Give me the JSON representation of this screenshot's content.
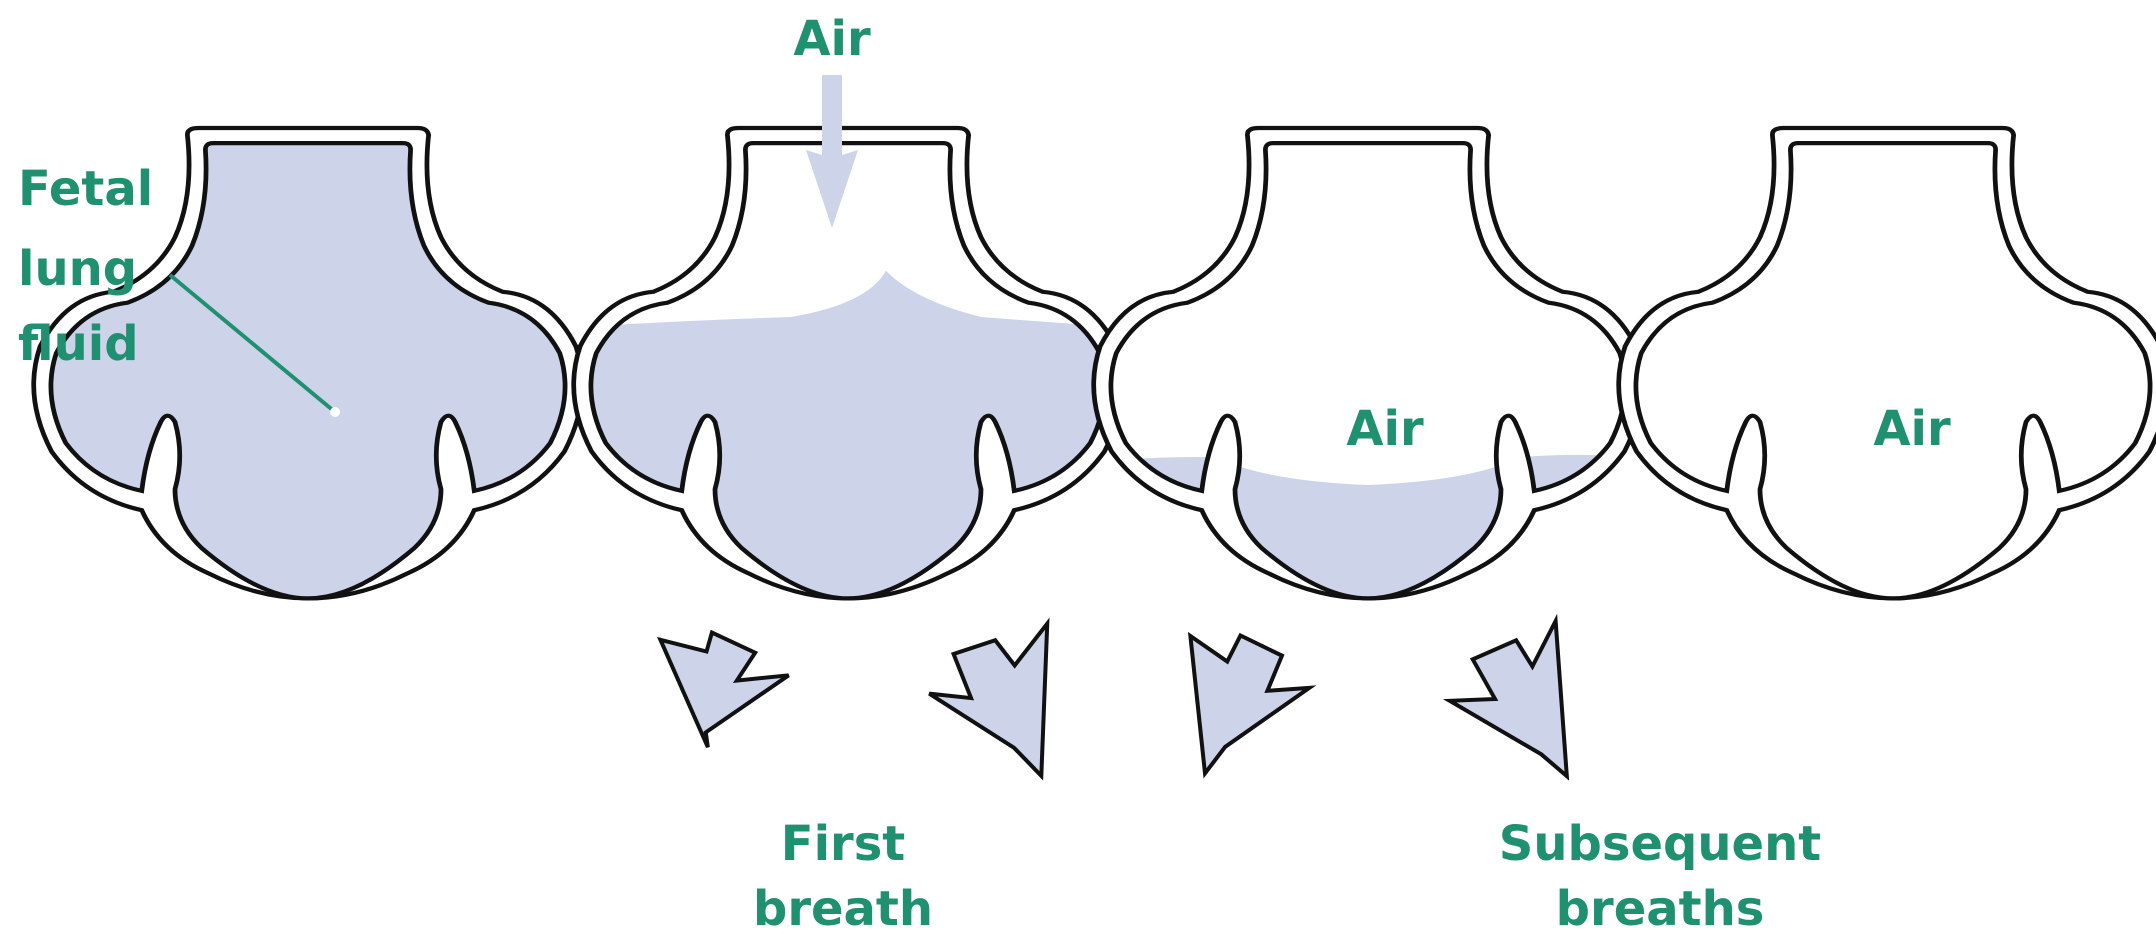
{
  "labels": {
    "fetal_lung_fluid_line1": "Fetal",
    "fetal_lung_fluid_line2": "lung",
    "fetal_lung_fluid_line3": "fluid",
    "air_inflow": "Air",
    "air_stage3": "Air",
    "air_stage4": "Air",
    "first_breath_line1": "First",
    "first_breath_line2": "breath",
    "subsequent_breaths_line1": "Subsequent",
    "subsequent_breaths_line2": "breaths"
  },
  "colors": {
    "fluid": "#cdd4ea",
    "arrow_fill": "#cdd4ea",
    "outline": "#111111",
    "text": "#1f9070",
    "background": "#ffffff"
  },
  "stages": [
    {
      "name": "Fetal lung fluid",
      "fluid_level": 1.0
    },
    {
      "name": "First breath",
      "fluid_level": 0.78
    },
    {
      "name": "Subsequent breaths",
      "fluid_level": 0.18
    },
    {
      "name": "Subsequent breaths",
      "fluid_level": 0.0
    }
  ]
}
